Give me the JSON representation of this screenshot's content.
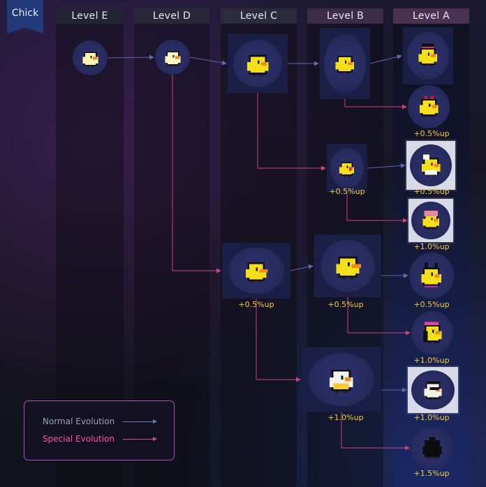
{
  "species_tag": "Chick",
  "levels": [
    "Level E",
    "Level D",
    "Level C",
    "Level B",
    "Level A"
  ],
  "legend": {
    "normal_label": "Normal Evolution",
    "special_label": "Special Evolution"
  },
  "colors": {
    "normal_edge": "#5d6ab0",
    "special_edge": "#c8457e",
    "bonus_text": "#f1cc3e",
    "chick_yellow": "#f5df1a",
    "legend_border": "#b24fc8"
  },
  "nodes": [
    {
      "id": "e1",
      "level": "E",
      "variant": "baby-chick",
      "bonus": ""
    },
    {
      "id": "d1",
      "level": "D",
      "variant": "small-chick",
      "bonus": ""
    },
    {
      "id": "c1",
      "level": "C",
      "variant": "chick",
      "bonus": ""
    },
    {
      "id": "c2",
      "level": "C",
      "variant": "chick-orange-beak",
      "bonus": "+0.5%up"
    },
    {
      "id": "b1",
      "level": "B",
      "variant": "big-chick",
      "bonus": ""
    },
    {
      "id": "b2",
      "level": "B",
      "variant": "yelling-chick",
      "bonus": "+0.5%up"
    },
    {
      "id": "b3",
      "level": "B",
      "variant": "long-beak-chick",
      "bonus": "+0.5%up"
    },
    {
      "id": "b4",
      "level": "B",
      "variant": "white-cream-chick",
      "bonus": "+1.0%up"
    },
    {
      "id": "a1",
      "level": "A",
      "variant": "top-hat-chick",
      "bonus": ""
    },
    {
      "id": "a2",
      "level": "A",
      "variant": "red-bow-chick",
      "bonus": "+0.5%up"
    },
    {
      "id": "a3",
      "level": "A",
      "variant": "bride-chick",
      "bonus": "+0.5%up"
    },
    {
      "id": "a4",
      "level": "A",
      "variant": "pink-hood-chick",
      "bonus": "+1.0%up"
    },
    {
      "id": "a5",
      "level": "A",
      "variant": "jester-chick",
      "bonus": "+0.5%up"
    },
    {
      "id": "a6",
      "level": "A",
      "variant": "pink-cap-chick",
      "bonus": "+1.0%up"
    },
    {
      "id": "a7",
      "level": "A",
      "variant": "sunglasses-chick",
      "bonus": "+1.0%up"
    },
    {
      "id": "a8",
      "level": "A",
      "variant": "crow-silhouette",
      "bonus": "+1.5%up"
    }
  ],
  "edges": [
    {
      "from": "e1",
      "to": "d1",
      "type": "normal"
    },
    {
      "from": "d1",
      "to": "c1",
      "type": "normal"
    },
    {
      "from": "c1",
      "to": "b1",
      "type": "normal"
    },
    {
      "from": "b1",
      "to": "a1",
      "type": "normal"
    },
    {
      "from": "b1",
      "to": "a2",
      "type": "special"
    },
    {
      "from": "c1",
      "to": "b2",
      "type": "special"
    },
    {
      "from": "b2",
      "to": "a3",
      "type": "normal"
    },
    {
      "from": "b2",
      "to": "a4",
      "type": "special"
    },
    {
      "from": "d1",
      "to": "c2",
      "type": "special"
    },
    {
      "from": "c2",
      "to": "b3",
      "type": "normal"
    },
    {
      "from": "b3",
      "to": "a5",
      "type": "normal"
    },
    {
      "from": "b3",
      "to": "a6",
      "type": "special"
    },
    {
      "from": "c2",
      "to": "b4",
      "type": "special"
    },
    {
      "from": "b4",
      "to": "a7",
      "type": "normal"
    },
    {
      "from": "b4",
      "to": "a8",
      "type": "special"
    }
  ]
}
